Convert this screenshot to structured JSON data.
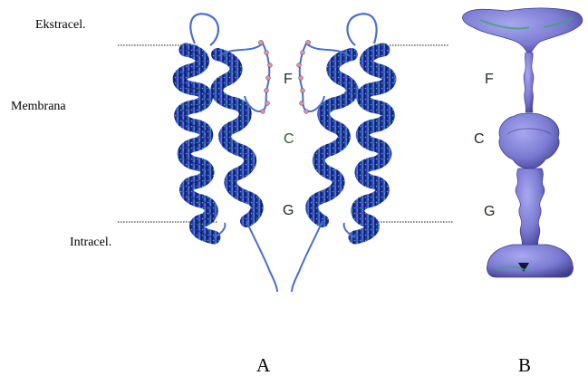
{
  "labels": {
    "extracellular": "Ekstracel.",
    "membrane": "Membrana",
    "intracellular": "Intracel."
  },
  "panel_a": {
    "label": "A",
    "site_f": "F",
    "site_c": "C",
    "site_g": "G"
  },
  "panel_b": {
    "label": "B",
    "site_f": "F",
    "site_c": "C",
    "site_g": "G"
  },
  "colors": {
    "helix_dark": "#0d1566",
    "helix_mid": "#2a38b8",
    "helix_light": "#5a78e8",
    "helix_speckle": "#22d07a",
    "loop": "#4a6ed0",
    "surface": "#7f7fd6",
    "surface_dark": "#4a4aa0",
    "surface_green": "#3aa86a",
    "boundary_line": "#6a6a6a",
    "residue_pink": "#e090a8"
  }
}
